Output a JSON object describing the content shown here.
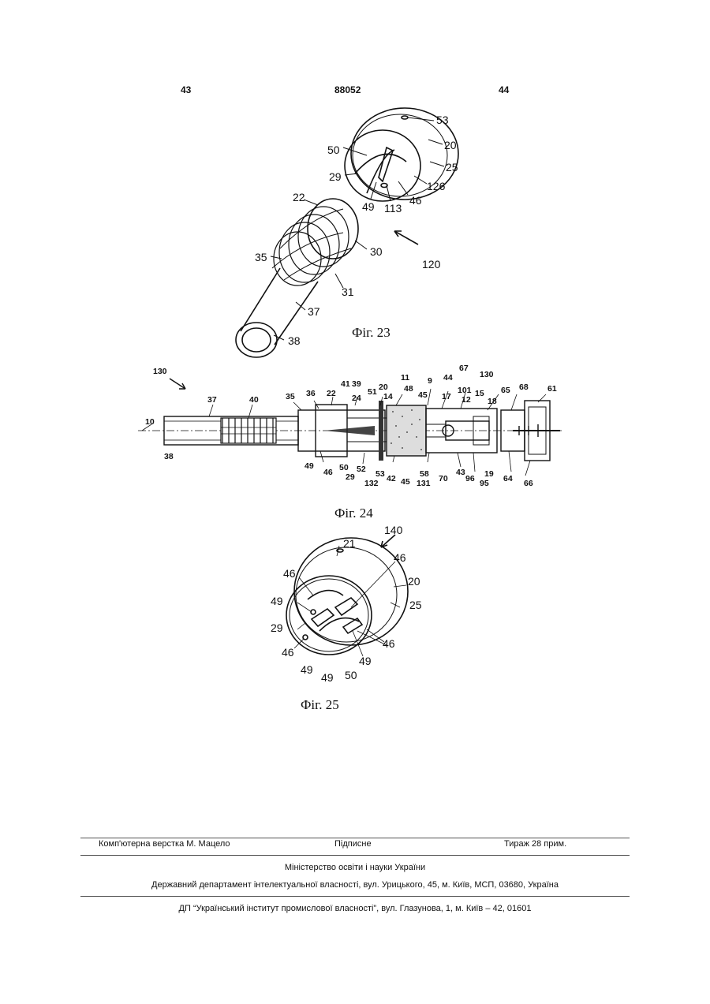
{
  "header": {
    "left": "43",
    "center": "88052",
    "right": "44"
  },
  "figures": {
    "fig23": {
      "caption": "Фіг. 23",
      "labels": [
        "53",
        "50",
        "20",
        "29",
        "25",
        "126",
        "49",
        "113",
        "46",
        "22",
        "30",
        "120",
        "35",
        "31",
        "37",
        "38"
      ]
    },
    "fig24": {
      "caption": "Фіг. 24",
      "labels": [
        "130",
        "10",
        "37",
        "40",
        "35",
        "36",
        "22",
        "41",
        "39",
        "51",
        "20",
        "14",
        "24",
        "11",
        "48",
        "45",
        "9",
        "44",
        "67",
        "130",
        "17",
        "101",
        "12",
        "15",
        "18",
        "65",
        "68",
        "61",
        "38",
        "49",
        "46",
        "50",
        "52",
        "29",
        "53",
        "132",
        "42",
        "45",
        "58",
        "131",
        "70",
        "43",
        "96",
        "95",
        "19",
        "64",
        "66"
      ]
    },
    "fig25": {
      "caption": "Фіг. 25",
      "labels": [
        "140",
        "21",
        "46",
        "46",
        "20",
        "49",
        "25",
        "29",
        "46",
        "46",
        "49",
        "49",
        "49",
        "50"
      ]
    }
  },
  "footer": {
    "typesetter": "Комп'ютерна верстка М. Мацело",
    "signed": "Підписне",
    "circulation": "Тираж 28 прим.",
    "ministry": "Міністерство освіти і науки України",
    "department": "Державний департамент інтелектуальної власності, вул. Урицького, 45, м. Київ, МСП, 03680, Україна",
    "institute": "ДП “Український інститут промислової власності”, вул. Глазунова, 1, м. Київ – 42, 01601"
  }
}
